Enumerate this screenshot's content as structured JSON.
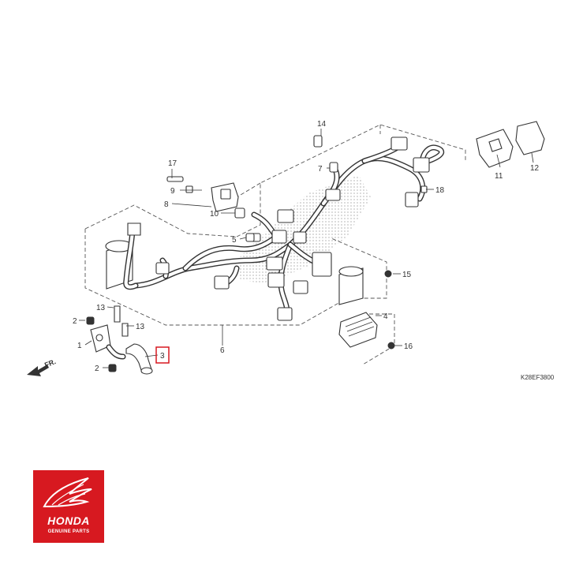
{
  "diagram": {
    "drawing_code": "K28EF3800",
    "front_marker": "FR.",
    "highlight_color": "#d71920",
    "callouts": {
      "c1": "1",
      "c2a": "2",
      "c2b": "2",
      "c3": "3",
      "c4": "4",
      "c5": "5",
      "c6": "6",
      "c7": "7",
      "c8": "8",
      "c9": "9",
      "c10": "10",
      "c11": "11",
      "c12": "12",
      "c13a": "13",
      "c13b": "13",
      "c14": "14",
      "c15": "15",
      "c16": "16",
      "c17": "17",
      "c18": "18"
    },
    "highlighted_callout": "3"
  },
  "brand": {
    "name": "HONDA",
    "tagline": "GENUINE PARTS",
    "color": "#d71920",
    "icon": "wing-icon"
  }
}
